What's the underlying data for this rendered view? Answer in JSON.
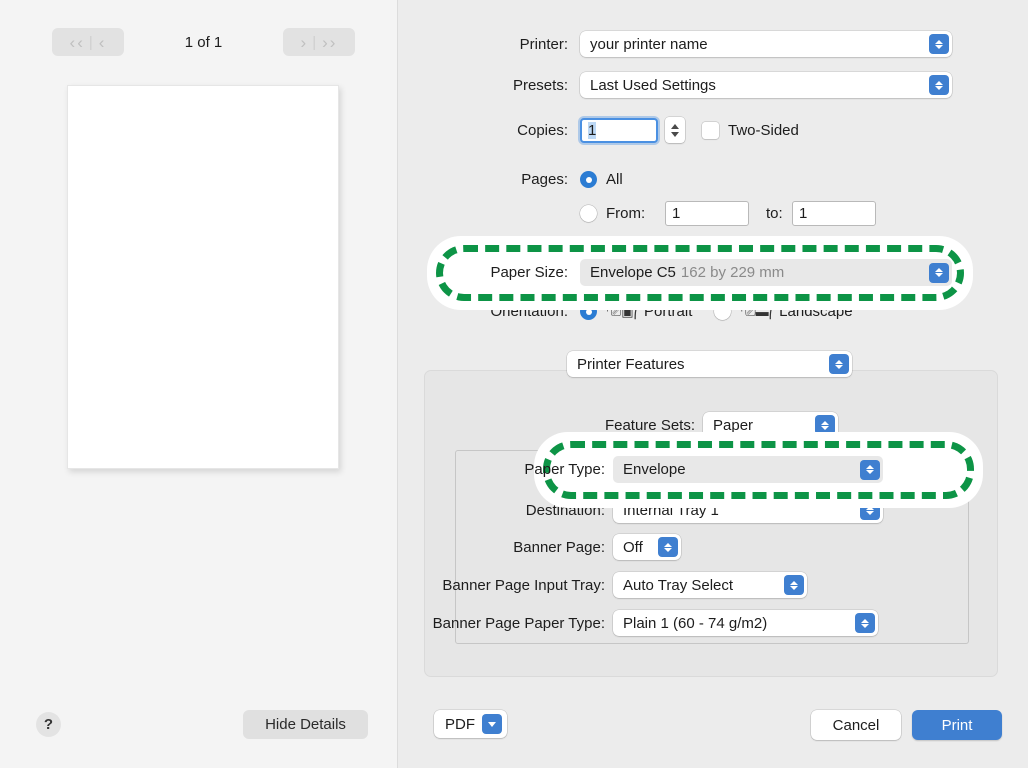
{
  "preview": {
    "nav_first_icon": "chevron-double-left-icon",
    "nav_prev_icon": "chevron-left-icon",
    "nav_next_icon": "chevron-right-icon",
    "nav_last_icon": "chevron-double-right-icon",
    "page_count": "1 of 1",
    "help_label": "?",
    "hide_details_label": "Hide Details"
  },
  "settings": {
    "printer": {
      "label": "Printer:",
      "value": "your printer name"
    },
    "presets": {
      "label": "Presets:",
      "value": "Last Used Settings"
    },
    "copies": {
      "label": "Copies:",
      "value": "1"
    },
    "two_sided": {
      "label": "Two-Sided",
      "checked": false
    },
    "pages": {
      "label": "Pages:",
      "all_label": "All",
      "all_selected": true,
      "from_label": "From:",
      "from_value": "1",
      "to_label": "to:",
      "to_value": "1",
      "range_selected": false
    },
    "paper_size": {
      "label": "Paper Size:",
      "value": "Envelope C5",
      "detail": "162 by 229 mm"
    },
    "orientation": {
      "label": "Orientation:",
      "portrait_label": "Portrait",
      "landscape_label": "Landscape",
      "portrait_selected": true
    },
    "pane_popup": {
      "value": "Printer Features"
    },
    "feature_sets": {
      "label": "Feature Sets:",
      "value": "Paper"
    },
    "paper_type": {
      "label": "Paper Type:",
      "value": "Envelope"
    },
    "destination": {
      "label": "Destination:",
      "value": "Internal Tray 1"
    },
    "banner_page": {
      "label": "Banner Page:",
      "value": "Off"
    },
    "banner_input_tray": {
      "label": "Banner Page Input Tray:",
      "value": "Auto Tray Select"
    },
    "banner_paper_type": {
      "label": "Banner Page Paper Type:",
      "value": "Plain 1 (60 - 74 g/m2)"
    }
  },
  "footer": {
    "pdf_label": "PDF",
    "cancel_label": "Cancel",
    "print_label": "Print"
  },
  "annotations": {
    "accent_color": "#0d9446",
    "items": [
      {
        "target": "paper-size-row"
      },
      {
        "target": "paper-type-row"
      }
    ]
  }
}
